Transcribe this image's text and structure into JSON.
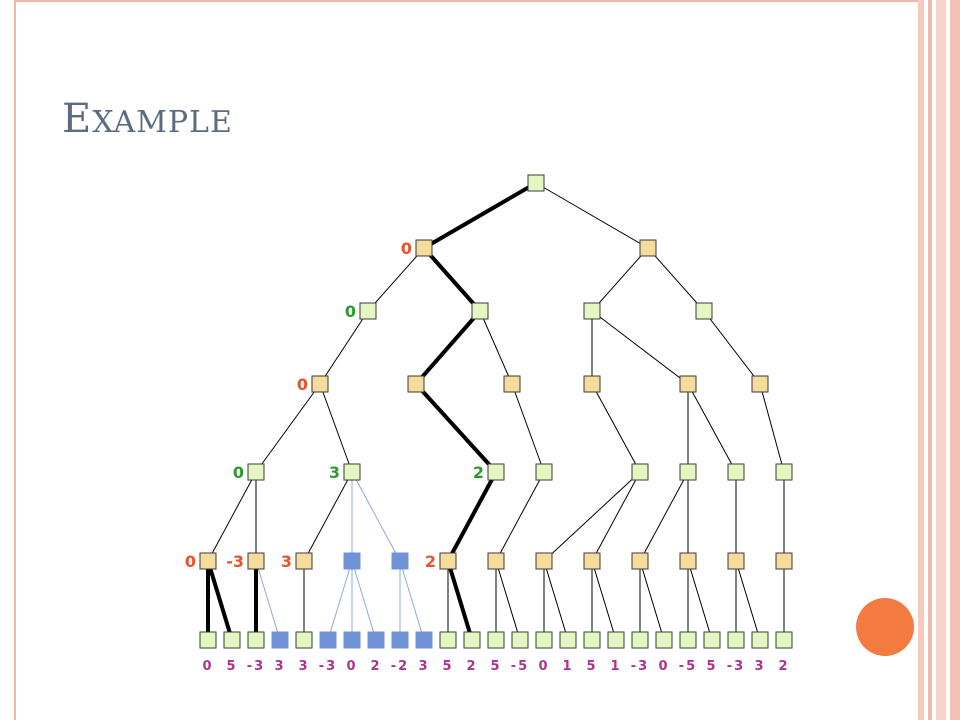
{
  "slide": {
    "title_initial": "E",
    "title_rest": "XAMPLE"
  },
  "colors": {
    "frame": "#f2b8a8",
    "green_node": "#e4f7c0",
    "tan_node": "#f5dc9a",
    "blue_node": "#6f93d6",
    "node_border": "#3a3a3a",
    "bold_edge": "#000000",
    "thin_edge": "#000000",
    "pruned_edge": "#8ea8d8",
    "orange_value": "#e8532a",
    "green_value": "#2e9a2e",
    "leaf_value": "#b03090",
    "accent_circle": "#f47b3f"
  },
  "tree": {
    "leaf_values": [
      "0",
      "5",
      "-3",
      "3",
      "3",
      "-3",
      "0",
      "2",
      "-2",
      "3",
      "5",
      "2",
      "5",
      "-5",
      "0",
      "1",
      "5",
      "1",
      "-3",
      "0",
      "-5",
      "5",
      "-3",
      "3",
      "2"
    ],
    "node_labels": {
      "d1_0": "0",
      "d2_0": "0",
      "d3_0": "0",
      "d4_0": "0",
      "d4_1": "3",
      "d4_2": "2",
      "d5_0": "0",
      "d5_1": "-3",
      "d5_2": "3",
      "d5_5": "2"
    }
  }
}
